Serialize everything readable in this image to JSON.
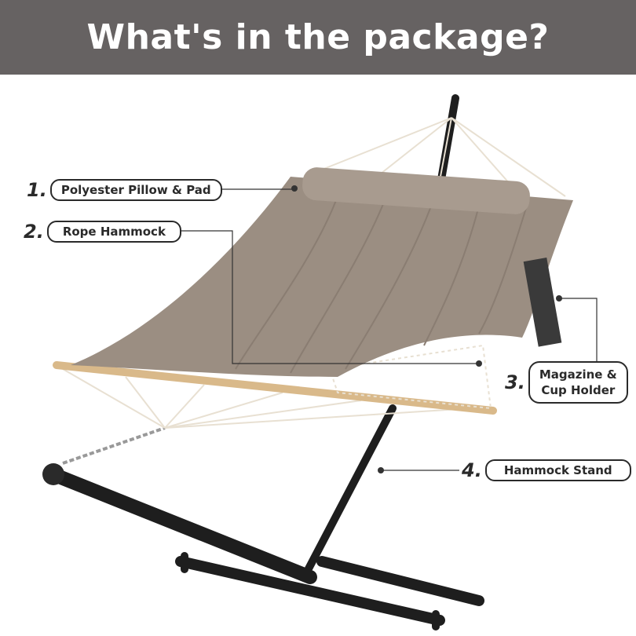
{
  "header": {
    "title": "What's in the package?"
  },
  "callouts": [
    {
      "number": "1.",
      "label": "Polyester Pillow & Pad"
    },
    {
      "number": "2.",
      "label": "Rope Hammock"
    },
    {
      "number": "3.",
      "label_line1": "Magazine &",
      "label_line2": "Cup Holder"
    },
    {
      "number": "4.",
      "label": "Hammock Stand"
    }
  ],
  "colors": {
    "banner": "#666262",
    "pad": "#9b8e82",
    "stand": "#1e1e1e",
    "wood": "#d9b98a",
    "rope": "#e8e0d2"
  }
}
